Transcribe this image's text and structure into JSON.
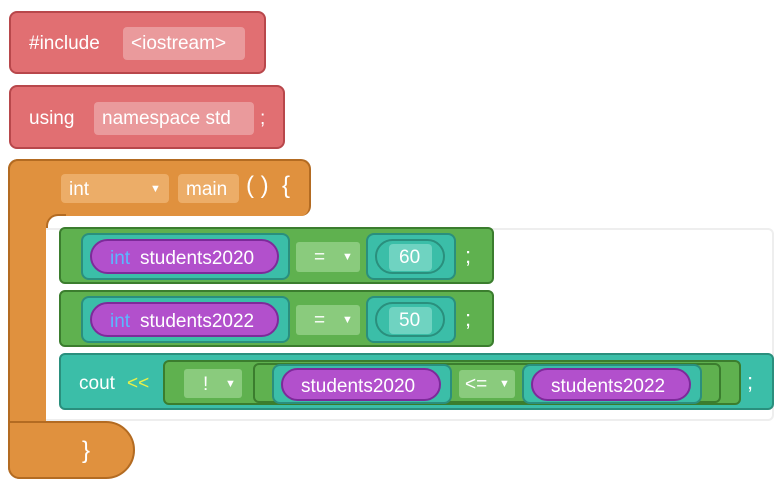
{
  "include_block": {
    "keyword": "#include",
    "header": "<iostream>"
  },
  "using_block": {
    "keyword": "using",
    "namespace": "namespace std",
    "semicolon": ";"
  },
  "main_block": {
    "return_type": "int",
    "name": "main",
    "parens": "( )",
    "open_brace": "{",
    "close_brace": "}",
    "dropdown_arrow": "▼"
  },
  "statements": [
    {
      "type_kw": "int",
      "var": "students2020",
      "op": "=",
      "value": "60",
      "semicolon": ";"
    },
    {
      "type_kw": "int",
      "var": "students2022",
      "op": "=",
      "value": "50",
      "semicolon": ";"
    }
  ],
  "cout_block": {
    "keyword": "cout",
    "stream_op": "<<",
    "not_op": "!",
    "left_var": "students2020",
    "compare_op": "<=",
    "right_var": "students2022",
    "semicolon": ";"
  },
  "colors": {
    "include_red": "#e16f72",
    "main_orange": "#e0913e",
    "statement_green": "#5fb14f",
    "value_teal": "#3bbea8",
    "variable_purple": "#b250cc",
    "type_keyword_blue": "#5ab8ff",
    "stream_op_yellow": "#e8f04a"
  }
}
